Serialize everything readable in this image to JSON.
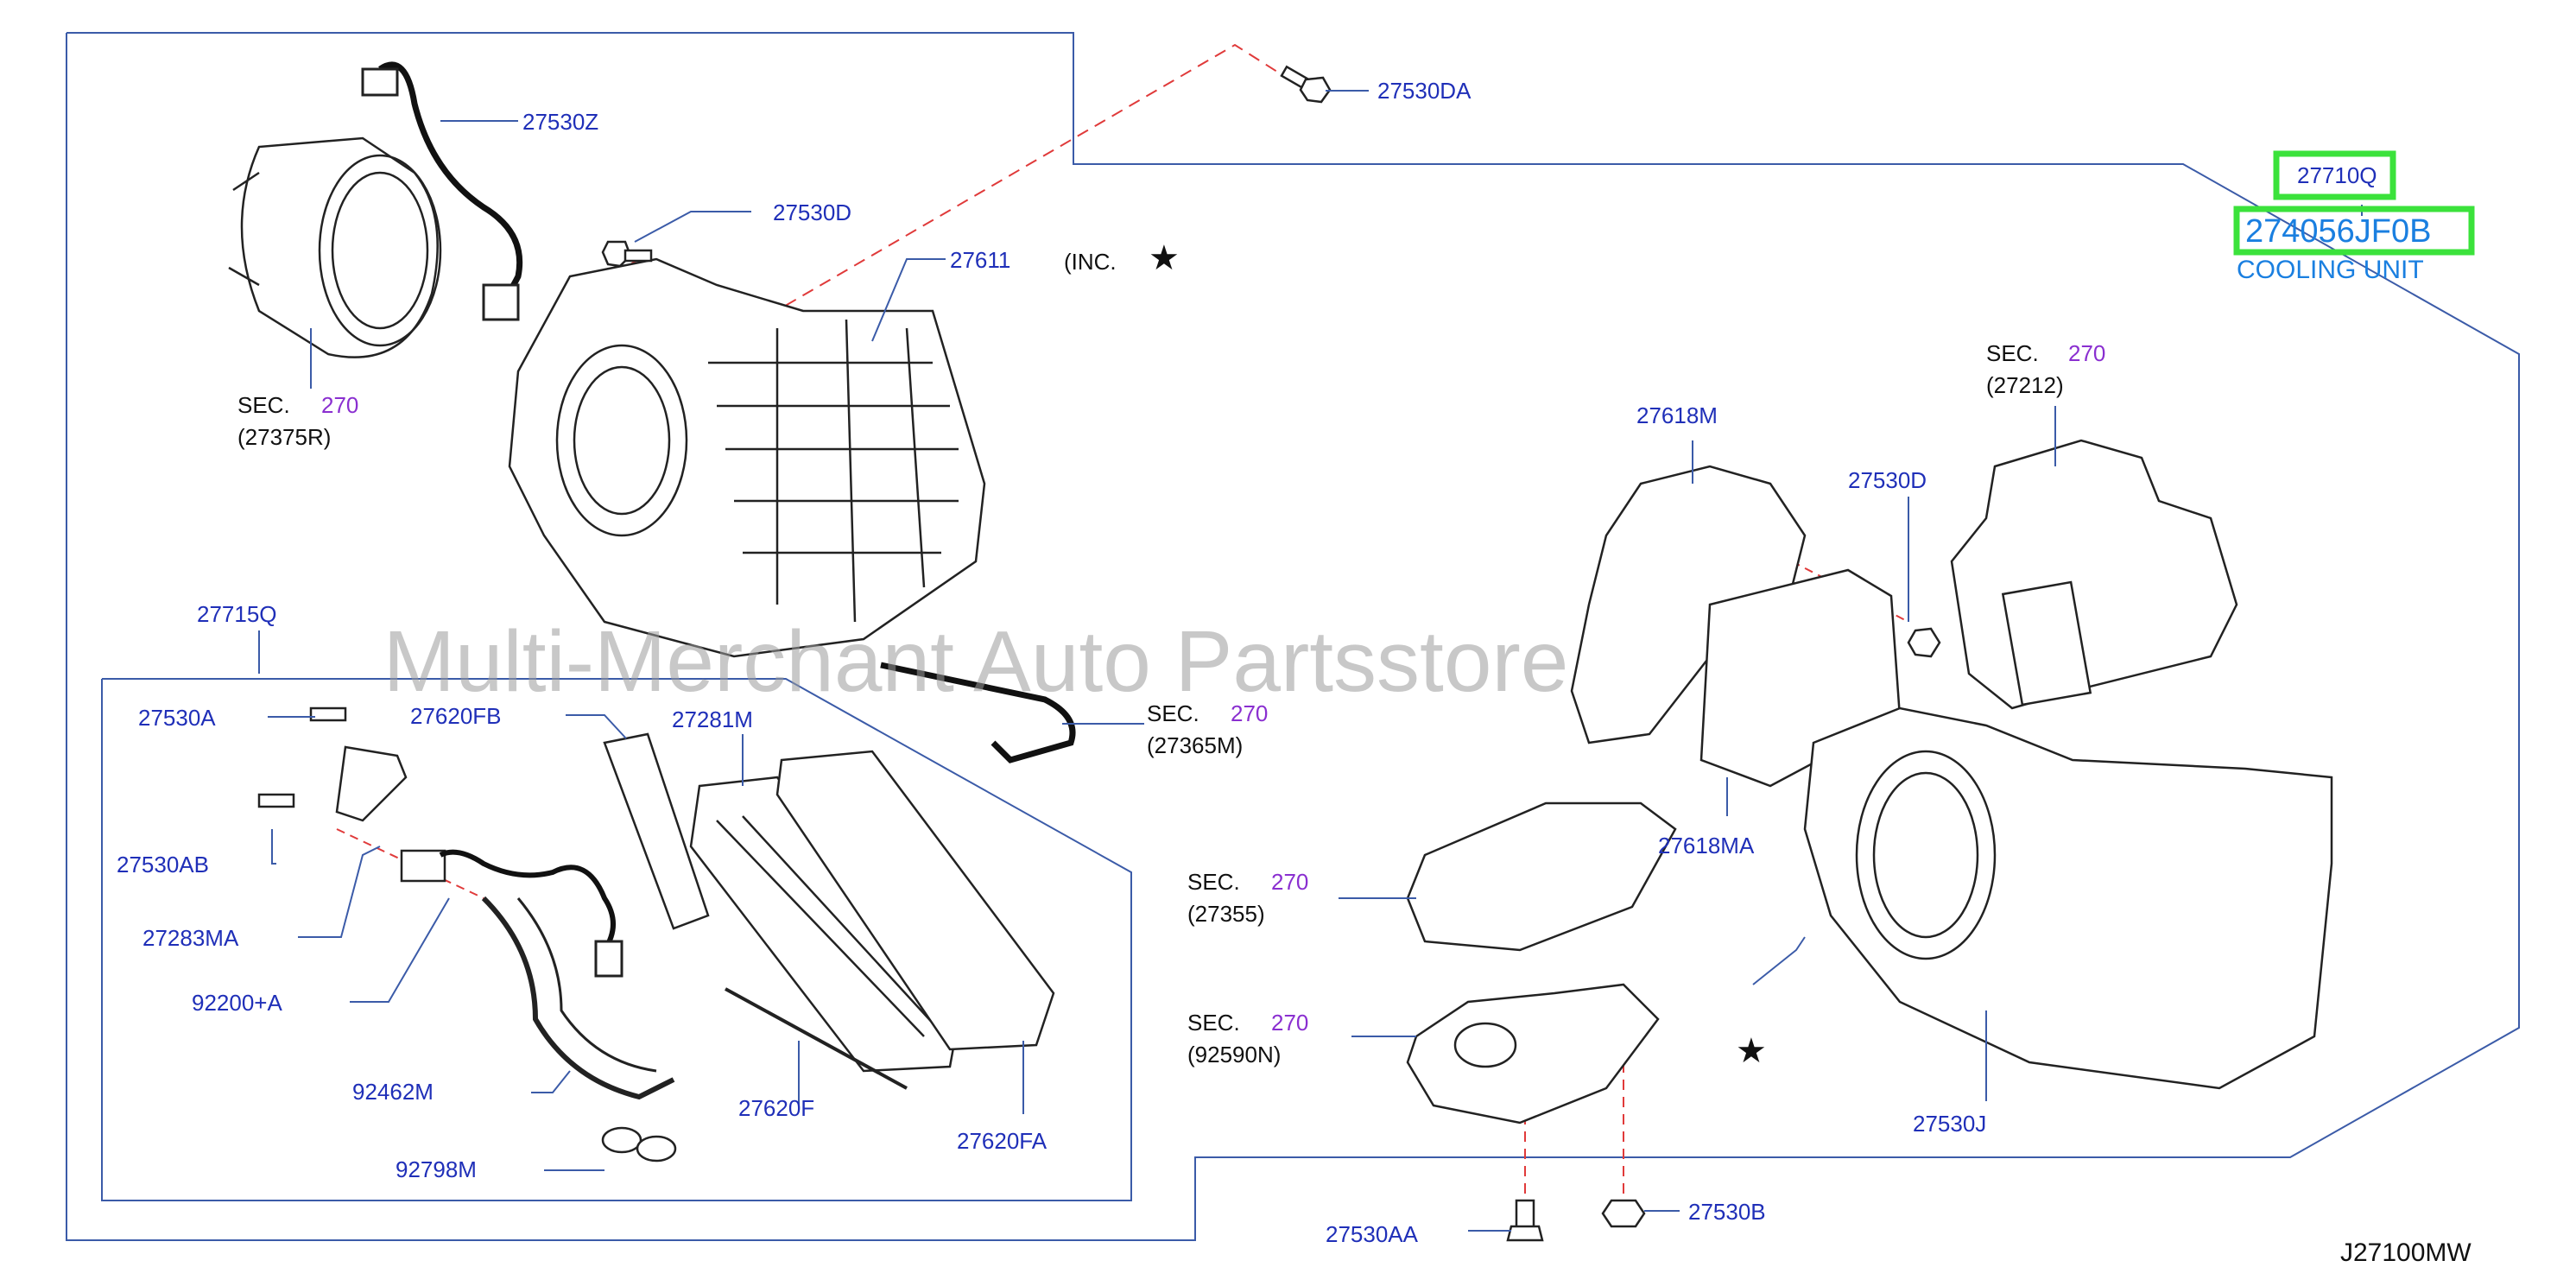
{
  "callouts": {
    "27530DA": "27530DA",
    "27530Z": "27530Z",
    "27530D_top": "27530D",
    "27611": "27611",
    "inc": "(INC.",
    "sec_27375R": "SEC.",
    "sec_27375R_num": "270",
    "sec_27375R_code": "(27375R)",
    "27715Q": "27715Q",
    "27530A": "27530A",
    "27620FB": "27620FB",
    "27281M": "27281M",
    "sec_27365M": "SEC.",
    "sec_27365M_num": "270",
    "sec_27365M_code": "(27365M)",
    "27530AB": "27530AB",
    "27283MA": "27283MA",
    "92200A": "92200+A",
    "92462M": "92462M",
    "27620F": "27620F",
    "27620FA": "27620FA",
    "92798M": "92798M",
    "27710Q": "27710Q",
    "part_number": "274056JF0B",
    "cooling_unit": "COOLING UNIT",
    "sec_27212": "SEC.",
    "sec_27212_num": "270",
    "sec_27212_code": "(27212)",
    "27618M": "27618M",
    "27530D_right": "27530D",
    "27618MA": "27618MA",
    "sec_27355": "SEC.",
    "sec_27355_num": "270",
    "sec_27355_code": "(27355)",
    "sec_92590N": "SEC.",
    "sec_92590N_num": "270",
    "sec_92590N_code": "(92590N)",
    "27530J": "27530J",
    "27530AA": "27530AA",
    "27530B": "27530B"
  },
  "watermark": "Multi-Merchant Auto Partsstore",
  "diagram_code": "J27100MW",
  "colors": {
    "label": "#1f2fb8",
    "sec_num": "#8a2fd0",
    "highlight": "#3be23b",
    "cooling_unit": "#1a7fe0",
    "frame": "#3b5ba8",
    "leader_dash": "#e03a3a"
  }
}
